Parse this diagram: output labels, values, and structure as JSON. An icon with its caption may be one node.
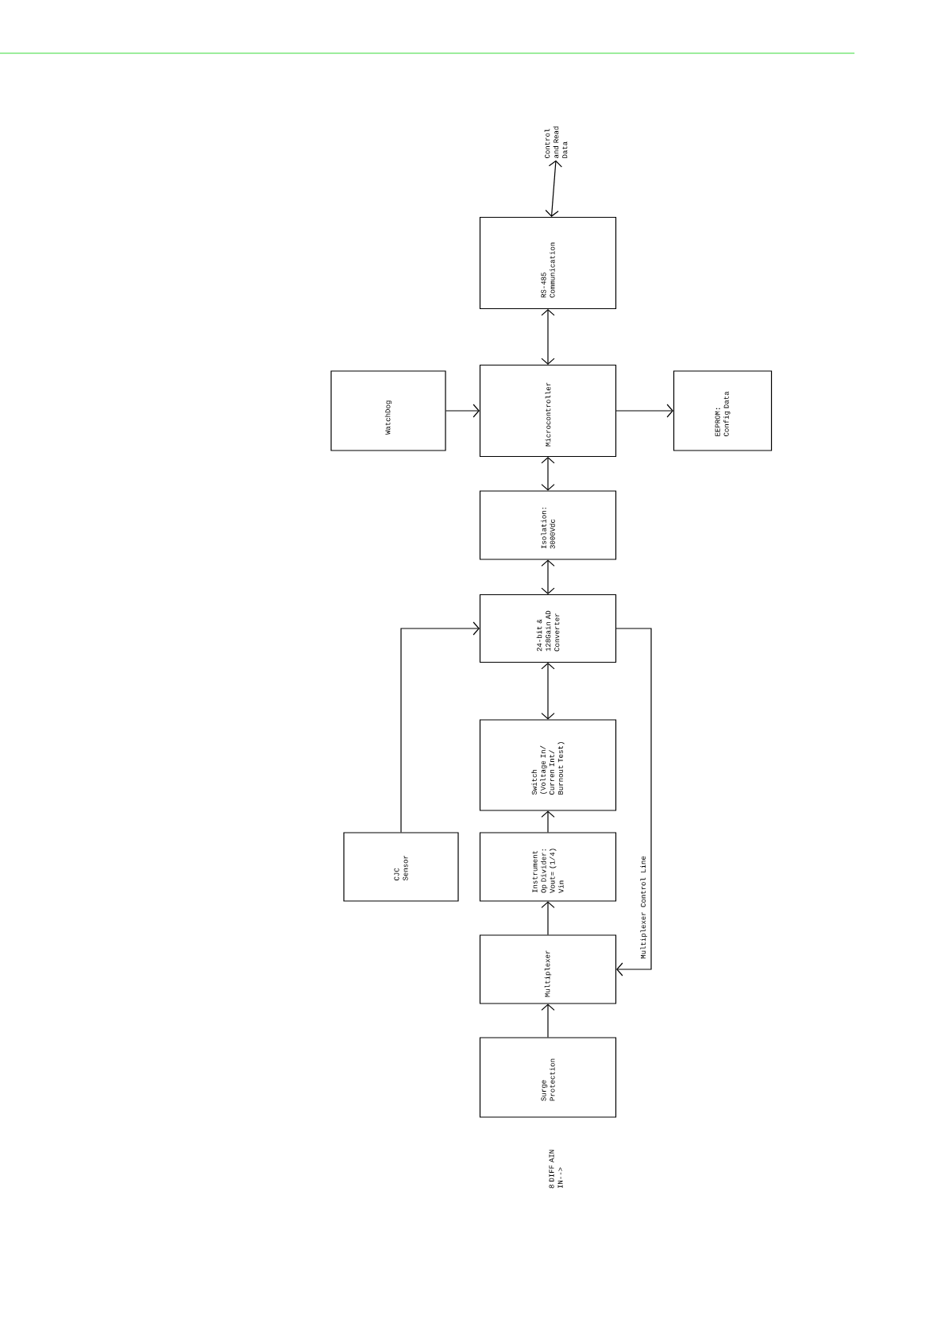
{
  "diagram": {
    "nodes": [
      {
        "text": [
          "Control and Read Data"
        ]
      },
      {
        "text": [
          "RS-485 Communication"
        ]
      },
      {
        "text": [
          "WatchDog"
        ]
      },
      {
        "text": [
          "Microcontroller"
        ]
      },
      {
        "text": [
          "EEPROM: Config Data"
        ]
      },
      {
        "text": [
          "Isolation: 3000Vdc"
        ]
      },
      {
        "text": [
          "24-bit & 128Gain AD Converter"
        ]
      },
      {
        "text": [
          "Switch (Voltage In/ Curren Int/ Burnout Test)"
        ]
      },
      {
        "text": [
          "CJC Sensor"
        ]
      },
      {
        "text": [
          "Instrument Op Divider: Vout= (1/4) Vin"
        ]
      },
      {
        "text": [
          "Multiplexer"
        ]
      },
      {
        "text": [
          "Surge Protection"
        ]
      }
    ],
    "edges": [
      {
        "from": 1,
        "to": 0,
        "arrow": "both"
      },
      {
        "from": 3,
        "to": 1,
        "arrow": "both"
      },
      {
        "from": 2,
        "to": 3,
        "arrow": "to"
      },
      {
        "from": 3,
        "to": 4,
        "arrow": "to"
      },
      {
        "from": 5,
        "to": 3,
        "arrow": "both"
      },
      {
        "from": 6,
        "to": 5,
        "arrow": "both"
      },
      {
        "from": 7,
        "to": 6,
        "arrow": "both"
      },
      {
        "from": 9,
        "to": 7,
        "arrow": "to"
      },
      {
        "from": 10,
        "to": 9,
        "arrow": "to"
      },
      {
        "from": 11,
        "to": 10,
        "arrow": "to"
      },
      {
        "from": 8,
        "to": 6,
        "arrow": "to"
      },
      {
        "from": 6,
        "to": 10,
        "arrow": "to",
        "label": "Multiplexer Control Line"
      }
    ],
    "labels": [
      "8 DIFF AIN IN-->"
    ]
  }
}
